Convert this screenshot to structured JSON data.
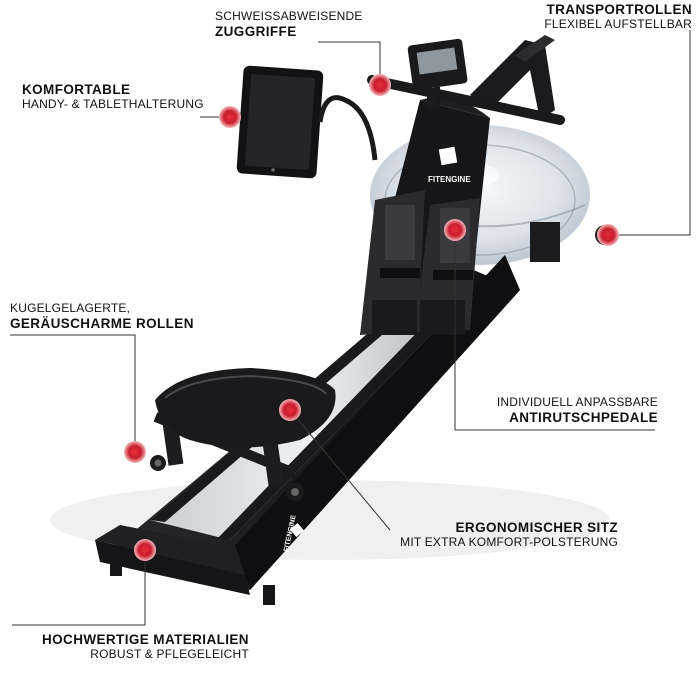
{
  "brand": {
    "logo_text": "FITENGINE"
  },
  "callouts": {
    "zuggriffe": {
      "line1": "SCHWEISSABWEISENDE",
      "line2": "ZUGGRIFFE"
    },
    "transportrollen": {
      "line1": "TRANSPORTROLLEN",
      "line2": "FLEXIBEL AUFSTELLBAR"
    },
    "halterung": {
      "line1": "KOMFORTABLE",
      "line2": "HANDY- & TABLETHALTERUNG"
    },
    "rollen": {
      "line1": "KUGELGELAGERTE,",
      "line2": "GERÄUSCHARME ROLLEN"
    },
    "pedale": {
      "line1": "INDIVIDUELL ANPASSBARE",
      "line2": "ANTIRUTSCHPEDALE"
    },
    "sitz": {
      "line1": "ERGONOMISCHER SITZ",
      "line2": "MIT EXTRA KOMFORT-POLSTERUNG"
    },
    "materialien": {
      "line1": "HOCHWERTIGE MATERIALIEN",
      "line2": "ROBUST & PFLEGELEICHT"
    }
  },
  "colors": {
    "marker": "#d6202f",
    "marker_glow": "#f2b3b8",
    "leader_line": "#333333",
    "frame": "#1c1c1e"
  }
}
